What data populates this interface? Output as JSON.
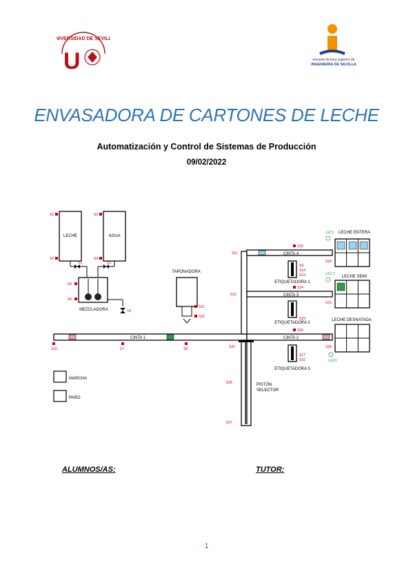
{
  "header": {
    "logo_left_text": "UNIVERSIDAD DE SEVILLA",
    "logo_right_line1": "escuela técnica superior de",
    "logo_right_line2": "INGENIERÍA DE SEVILLA"
  },
  "title": "ENVASADORA DE CARTONES DE LECHE",
  "subtitle": "Automatización y Control de Sistemas de Producción",
  "date": "09/02/2022",
  "diagram": {
    "tank_leche": "LECHE",
    "tank_agua": "AGUA",
    "mezcladora": "MEZCLADORA",
    "taponadora": "TAPONADORA",
    "cinta1": "CINTA 1",
    "cinta2": "CINTA 2",
    "cinta3": "CINTA 3",
    "cinta4": "CINTA 4",
    "etiquetadora1": "ETIQUETADORA 1",
    "etiquetadora2": "ETIQUETADORA 2",
    "etiquetadora3": "ETIQUETADORA 3",
    "piston": "PISTÓN",
    "selector": "SELECTOR",
    "leche_entera": "LECHE ENTERA",
    "leche_semi": "LECHE SEMI",
    "leche_desnatada": "LECHE DESNATADA",
    "marcha": "MARCHA",
    "paro": "PARO",
    "led1": "LED1",
    "led2": "LED 2",
    "led3": "LED3",
    "sensors": {
      "s1": "S1",
      "s2": "S2",
      "s3": "S3",
      "s4": "S4",
      "s5": "S5",
      "s6": "S6",
      "v1": "V1",
      "v2": "V2",
      "v3": "V3",
      "s7": "S7",
      "s8": "S8",
      "s9": "S9",
      "s10": "S10",
      "s11": "S11",
      "s12": "S12",
      "s13": "S13",
      "s14": "S14",
      "s15": "S15",
      "s16": "S16",
      "s17": "S17",
      "s18": "S18",
      "s19": "S19",
      "s20": "S20",
      "s21": "S21",
      "s22": "S22",
      "s23": "S23",
      "s24": "S24",
      "s25": "S25",
      "s26": "S26",
      "s27": "S27",
      "s28": "S28"
    }
  },
  "footer": {
    "alumnos": "ALUMNOS/AS:",
    "tutor": "TUTOR:",
    "page": "1"
  }
}
